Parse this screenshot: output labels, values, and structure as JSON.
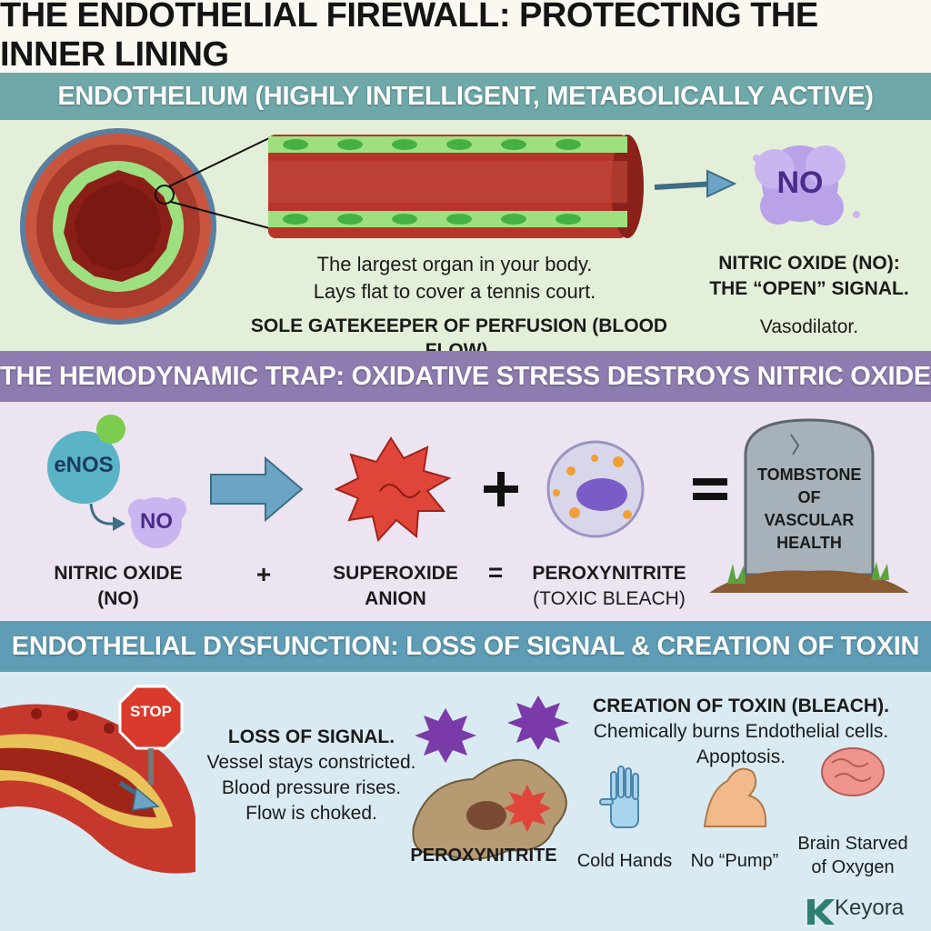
{
  "title": "THE ENDOTHELIAL FIREWALL: PROTECTING THE INNER LINING",
  "section1": {
    "header": "ENDOTHELIUM (HIGHLY INTELLIGENT, METABOLICALLY ACTIVE)",
    "desc_line1": "The largest organ in your body.",
    "desc_line2": "Lays flat to cover a tennis court.",
    "gatekeeper": "SOLE GATEKEEPER OF PERFUSION (BLOOD FLOW).",
    "no_badge": "NO",
    "no_title_line1": "NITRIC OXIDE (NO):",
    "no_title_line2": "THE “OPEN” SIGNAL.",
    "no_desc": "Vasodilator."
  },
  "section2": {
    "header": "THE HEMODYNAMIC TRAP: OXIDATIVE STRESS DESTROYS NITRIC OXIDE",
    "enos_label": "eNOS",
    "no_badge": "NO",
    "plus": "+",
    "equals": "=",
    "tombstone_lines": [
      "TOMBSTONE",
      "OF",
      "VASCULAR",
      "HEALTH"
    ],
    "no_label_line1": "NITRIC OXIDE",
    "no_label_line2": "(NO)",
    "superoxide_line1": "SUPEROXIDE",
    "superoxide_line2": "ANION",
    "peroxy_line1": "PEROXYNITRITE",
    "peroxy_line2": "(TOXIC BLEACH)"
  },
  "section3": {
    "header": "ENDOTHELIAL DYSFUNCTION: LOSS OF SIGNAL & CREATION OF TOXIN",
    "stop_sign": "STOP",
    "loss_title": "LOSS OF SIGNAL.",
    "loss_line1": "Vessel stays constricted.",
    "loss_line2": "Blood pressure rises.",
    "loss_line3": "Flow is choked.",
    "peroxy_label": "PEROXYNITRITE",
    "toxin_title": "CREATION OF TOXIN (BLEACH).",
    "toxin_line1": "Chemically burns Endothelial cells.",
    "toxin_line2": "Apoptosis.",
    "cold_hands": "Cold Hands",
    "no_pump": "No “Pump”",
    "brain_line1": "Brain Starved",
    "brain_line2": "of Oxygen"
  },
  "brand": {
    "logo_letter": "K",
    "name": "Keyora"
  },
  "colors": {
    "teal_band": "#6fa8a9",
    "purple_band": "#8e7cb0",
    "blue_band": "#5f9db6",
    "no_purple": "#b9a2e8",
    "vessel_red": "#c0392b"
  }
}
